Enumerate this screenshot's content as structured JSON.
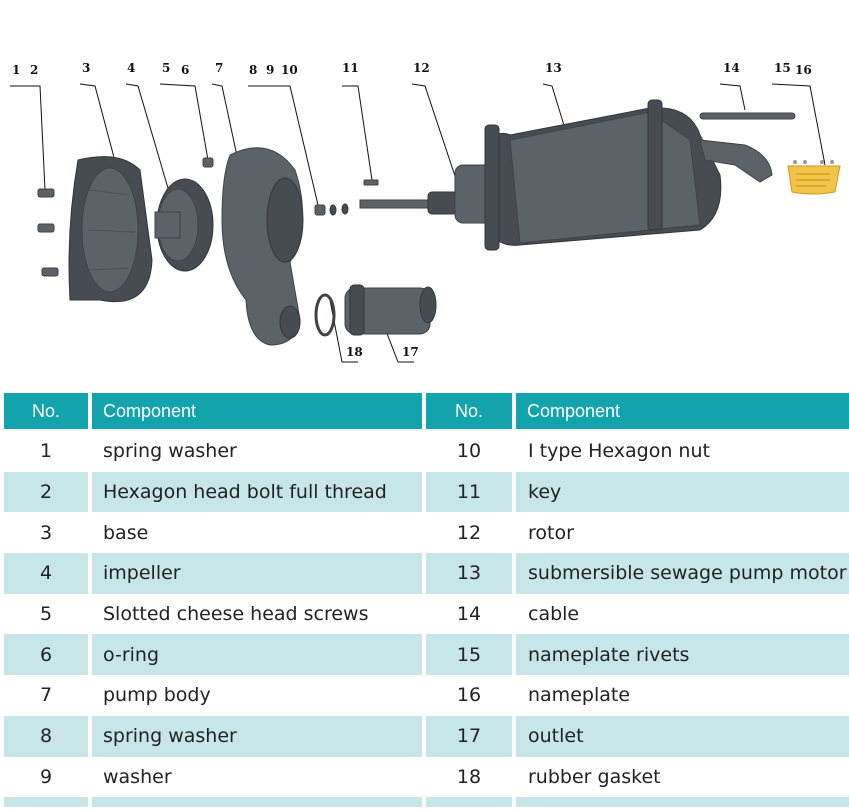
{
  "diagram": {
    "callouts": [
      "1",
      "2",
      "3",
      "4",
      "5",
      "6",
      "7",
      "8",
      "9",
      "10",
      "11",
      "12",
      "13",
      "14",
      "15",
      "16",
      "18",
      "17"
    ]
  },
  "table": {
    "header": {
      "no": "No.",
      "component": "Component"
    },
    "left": [
      {
        "no": "1",
        "component": "spring washer"
      },
      {
        "no": "2",
        "component": "Hexagon head bolt full thread"
      },
      {
        "no": "3",
        "component": "base"
      },
      {
        "no": "4",
        "component": "impeller"
      },
      {
        "no": "5",
        "component": "Slotted cheese head screws"
      },
      {
        "no": "6",
        "component": "o-ring"
      },
      {
        "no": "7",
        "component": "pump body"
      },
      {
        "no": "8",
        "component": "spring washer"
      },
      {
        "no": "9",
        "component": "washer"
      }
    ],
    "right": [
      {
        "no": "10",
        "component": "I type Hexagon nut"
      },
      {
        "no": "11",
        "component": "key"
      },
      {
        "no": "12",
        "component": "rotor"
      },
      {
        "no": "13",
        "component": "submersible sewage pump motor"
      },
      {
        "no": "14",
        "component": "cable"
      },
      {
        "no": "15",
        "component": "nameplate rivets"
      },
      {
        "no": "16",
        "component": "nameplate"
      },
      {
        "no": "17",
        "component": "outlet"
      },
      {
        "no": "18",
        "component": "rubber gasket"
      }
    ]
  }
}
